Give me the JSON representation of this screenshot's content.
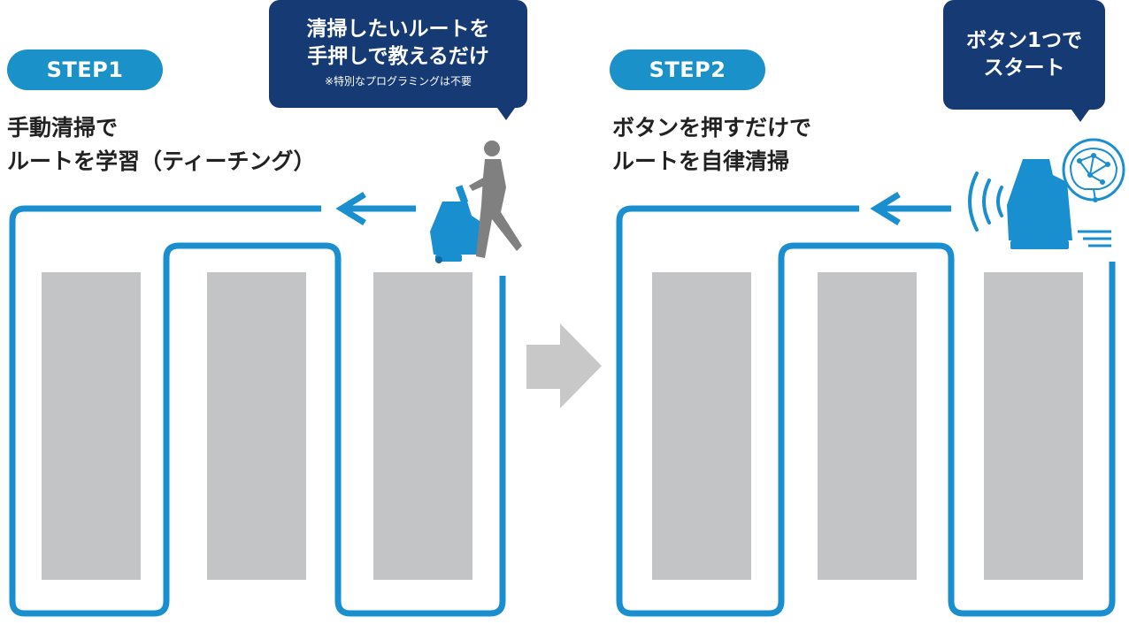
{
  "step1": {
    "badge": "STEP1",
    "title_line1": "手動清掃で",
    "title_line2": "ルートを学習（ティーチング）",
    "bubble_line1": "清掃したいルートを",
    "bubble_line2": "手押しで教えるだけ",
    "bubble_note": "※特別なプログラミングは不要"
  },
  "step2": {
    "badge": "STEP2",
    "title_line1": "ボタンを押すだけで",
    "title_line2": "ルートを自律清掃",
    "bubble_line1": "ボタン1つで",
    "bubble_line2": "スタート"
  },
  "colors": {
    "route": "#1a8fd0",
    "badge": "#1a91c9",
    "bubble": "#163a74",
    "shelf": "#c3c4c6",
    "arrow": "#c8c8c8",
    "robot": "#1a8fd0",
    "person": "#808080"
  },
  "icons": [
    "robot-cleaner-icon",
    "person-pushing-icon",
    "next-step-arrow-icon",
    "wireless-signal-icon",
    "ai-brain-icon",
    "direction-arrow-icon"
  ]
}
